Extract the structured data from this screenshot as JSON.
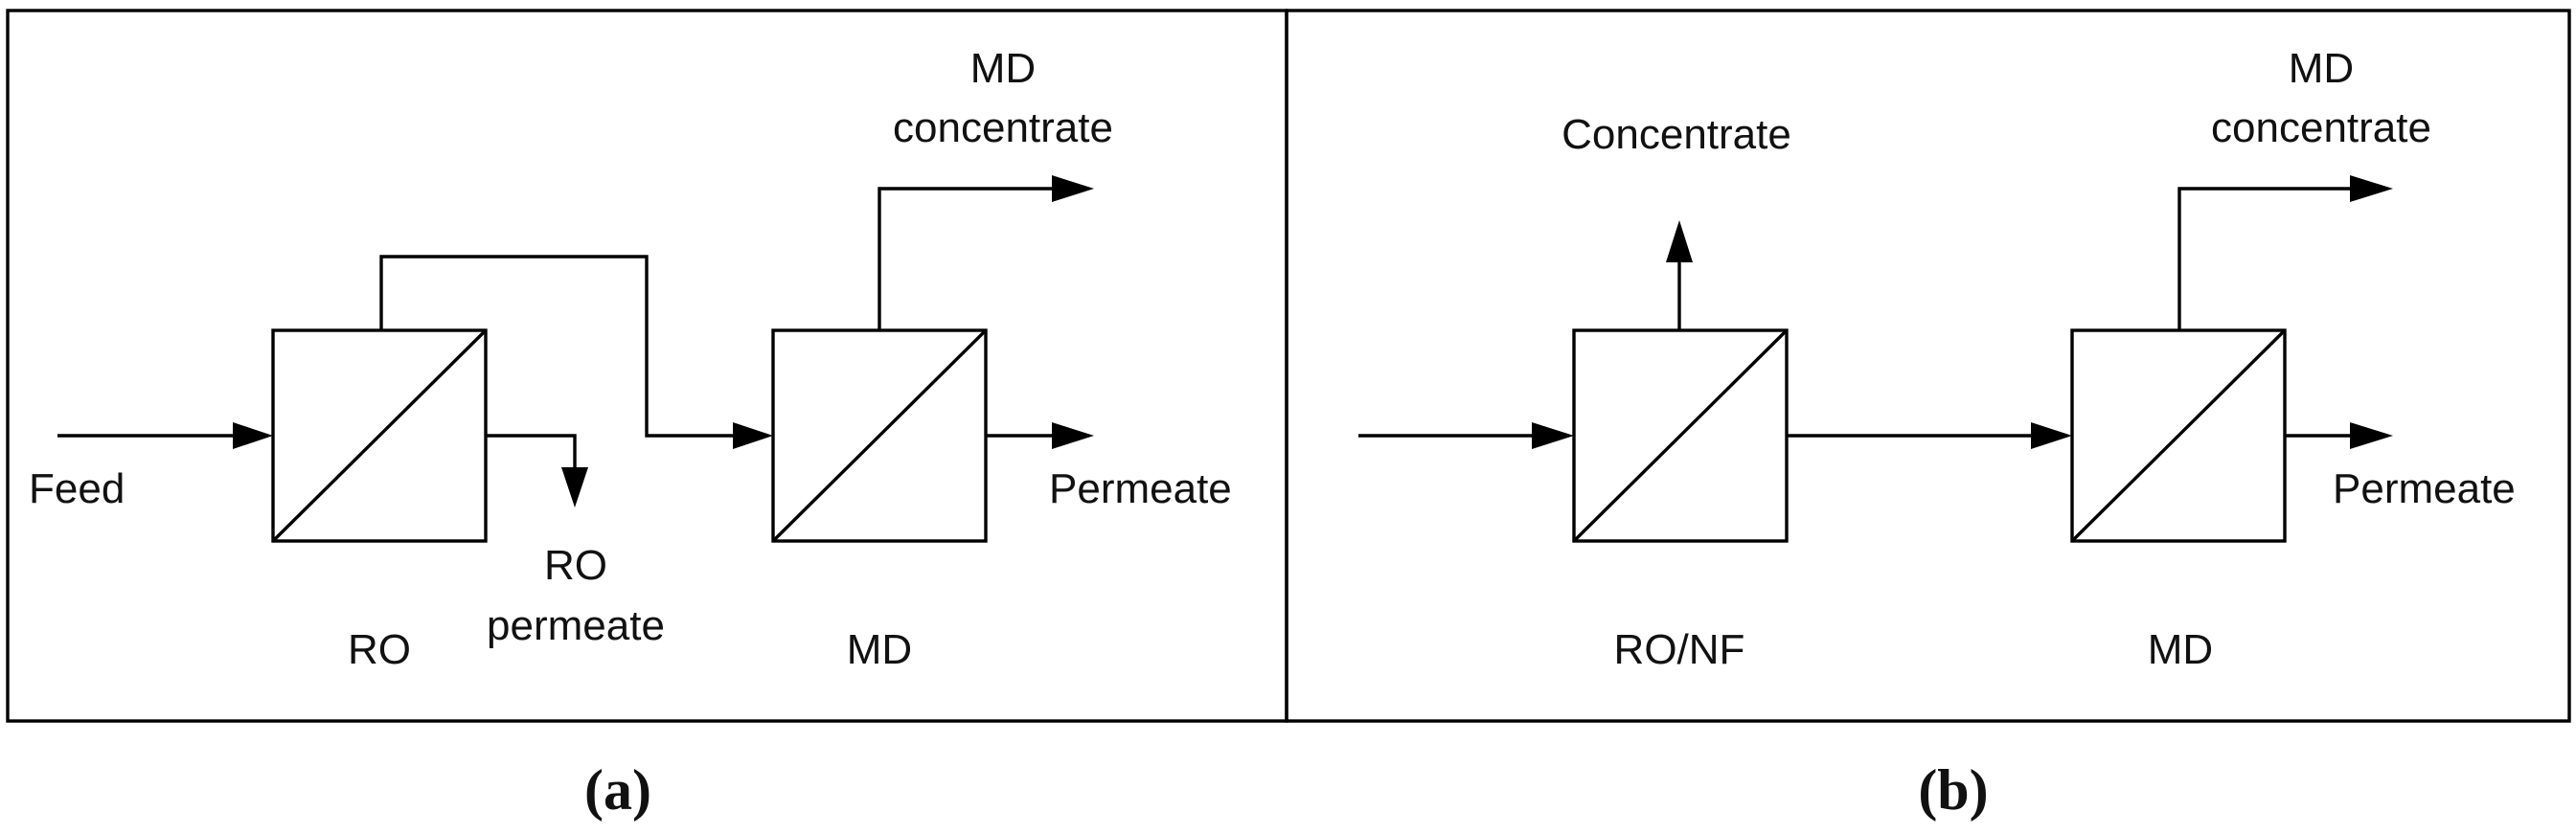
{
  "panel_a": {
    "caption": "(a)",
    "feed_label": "Feed",
    "ro_label": "RO",
    "ro_permeate_line1": "RO",
    "ro_permeate_line2": "permeate",
    "md_label": "MD",
    "md_concentrate_line1": "MD",
    "md_concentrate_line2": "concentrate",
    "permeate_label": "Permeate"
  },
  "panel_b": {
    "caption": "(b)",
    "concentrate_label": "Concentrate",
    "ronf_label": "RO/NF",
    "md_label": "MD",
    "md_concentrate_line1": "MD",
    "md_concentrate_line2": "concentrate",
    "permeate_label": "Permeate"
  }
}
